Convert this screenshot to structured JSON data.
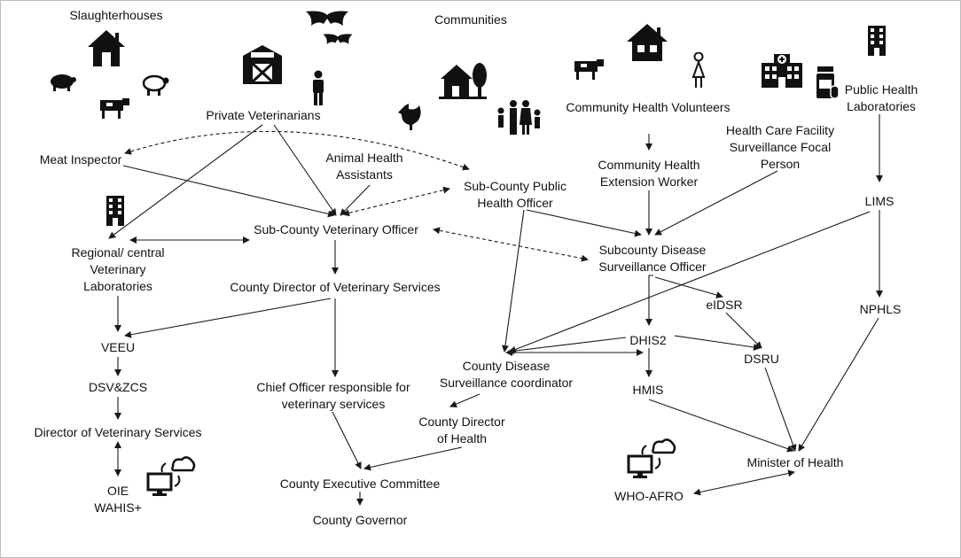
{
  "labels": {
    "slaughterhouses": "Slaughterhouses",
    "communities": "Communities",
    "private_vets": "Private Veterinarians",
    "meat_inspector": "Meat Inspector",
    "animal_health_assistants": "Animal Health\nAssistants",
    "subcounty_public_health": "Sub-County Public\nHealth Officer",
    "subcounty_vet": "Sub-County Veterinary Officer",
    "regional_labs": "Regional/ central\nVeterinary\nLaboratories",
    "county_director_vet": "County Director of Veterinary Services",
    "veeu": "VEEU",
    "dsv_zcs": "DSV&ZCS",
    "director_vet": "Director of Veterinary Services",
    "oie": "OIE\nWAHIS+",
    "chief_officer": "Chief Officer responsible for\nveterinary services",
    "county_exec": "County Executive Committee",
    "county_governor": "County Governor",
    "community_hv": "Community Health Volunteers",
    "community_hew": "Community Health\nExtension Worker",
    "hcf_focal": "Health Care Facility\nSurveillance Focal\nPerson",
    "public_health_labs": "Public Health\nLaboratories",
    "lims": "LIMS",
    "subcounty_dso": "Subcounty Disease\nSurveillance Officer",
    "eidsr": "eIDSR",
    "nphls": "NPHLS",
    "dhis2": "DHIS2",
    "dsru": "DSRU",
    "county_dsc": "County Disease\nSurveillance coordinator",
    "hmis": "HMIS",
    "county_doh": "County  Director\nof Health",
    "minister": "Minister of Health",
    "who_afro": "WHO-AFRO"
  },
  "icons": [
    "house-icon",
    "pig-icon",
    "sheep-icon",
    "cow-icon",
    "barn-icon",
    "bat-icon",
    "person-icon",
    "rooster-icon",
    "village-icon",
    "family-icon",
    "building-icon",
    "hospital-icon",
    "medicine-icon",
    "computer-cloud-icon"
  ],
  "colors": {
    "line": "#1a1a1a",
    "icon": "#111111",
    "border": "#bdbdbd"
  }
}
